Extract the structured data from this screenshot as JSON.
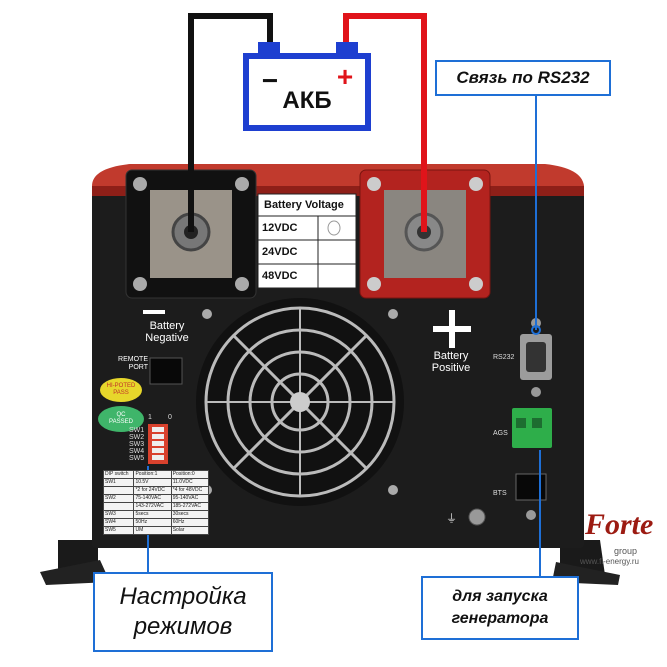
{
  "battery": {
    "label": "АКБ",
    "minus": "−",
    "plus": "+"
  },
  "callouts": {
    "rs232": "Связь по RS232",
    "modes_line1": "Настройка",
    "modes_line2": "режимов",
    "generator_line1": "для запуска",
    "generator_line2": "генератора"
  },
  "panel": {
    "battery_voltage_title": "Battery Voltage",
    "voltages": [
      "12VDC",
      "24VDC",
      "48VDC"
    ],
    "battery_negative": "Battery Negative",
    "battery_positive": "Battery Positive",
    "remote_port_line1": "REMOTE",
    "remote_port_line2": "PORT",
    "rs232_port": "RS232",
    "ags_port": "AGS",
    "bts_port": "BTS",
    "hipot_badge": "HI-POTED PASS",
    "qc_badge_line1": "QC",
    "qc_badge_line2": "PASSED",
    "dip_switches": [
      "SW1",
      "SW2",
      "SW3",
      "SW4",
      "SW5"
    ],
    "dip_on": "1",
    "dip_off": "0"
  },
  "dip_table": {
    "headers": [
      "DIP switch",
      "Position:1",
      "Position:0"
    ],
    "rows": [
      [
        "SW1",
        "10.5V",
        "11.0VDC"
      ],
      [
        "",
        "*2 for 24VDC",
        "*4 for 48VDC"
      ],
      [
        "SW2",
        "75-140VAC",
        "95-140VAC"
      ],
      [
        "",
        "143-272VAC",
        "185-272VAC"
      ],
      [
        "SW3",
        "5secs",
        "30secs"
      ],
      [
        "SW4",
        "50Hz",
        "60Hz"
      ],
      [
        "SW5",
        "UM",
        "Solar"
      ]
    ]
  },
  "logo": {
    "name": "Forte",
    "sub": "group",
    "url": "www.fi-energy.ru"
  },
  "colors": {
    "accent_blue": "#1e6fd6",
    "wire_red": "#e0141a",
    "wire_black": "#111111",
    "case": "#1c1c1c",
    "terminal_red": "#b3231f"
  }
}
